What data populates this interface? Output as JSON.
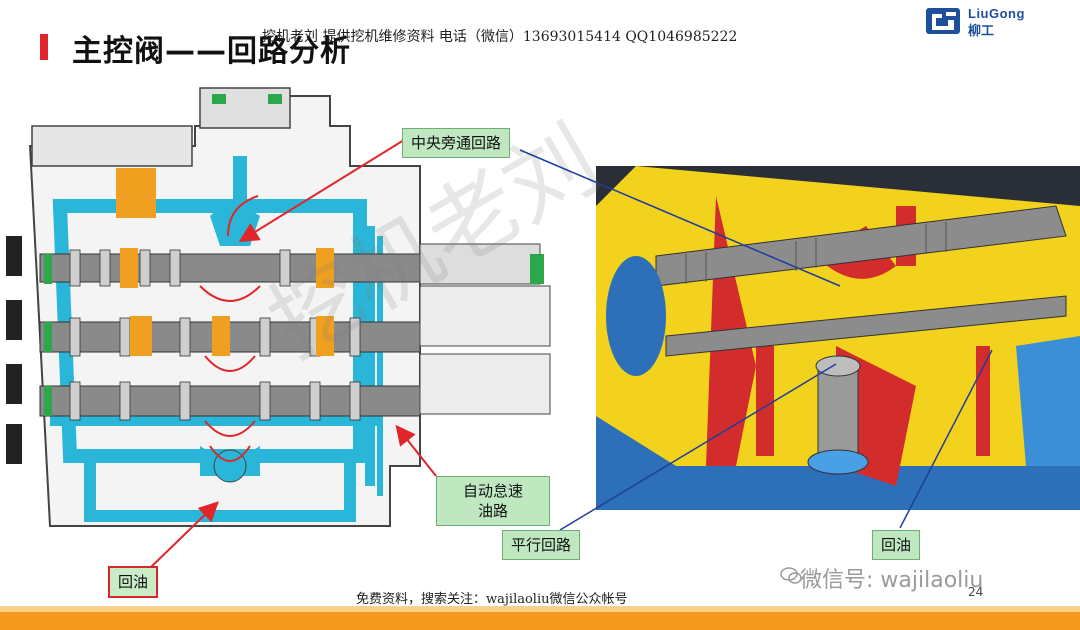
{
  "slide": {
    "title": "主控阀——回路分析",
    "header_text": "挖机老刘 提供挖机维修资料 电话（微信）13693015414 QQ1046985222",
    "logo_en": "LiuGong",
    "logo_cn": "柳工",
    "footer_text": "免费资料，搜索关注：wajilaoliu微信公众帐号",
    "page_number": "24",
    "wechat_watermark": "微信号: wajilaoliu"
  },
  "labels": {
    "central_bypass": "中央旁通回路",
    "auto_idle": "自动怠速\n油路",
    "parallel": "平行回路",
    "return_left": "回油",
    "return_right": "回油"
  },
  "colors": {
    "accent_red": "#e0262b",
    "oil_blue": "#2ab6d8",
    "label_green": "#bfe8c0",
    "footer_orange": "#f39a1e",
    "brand_blue": "#1d4f9c"
  }
}
